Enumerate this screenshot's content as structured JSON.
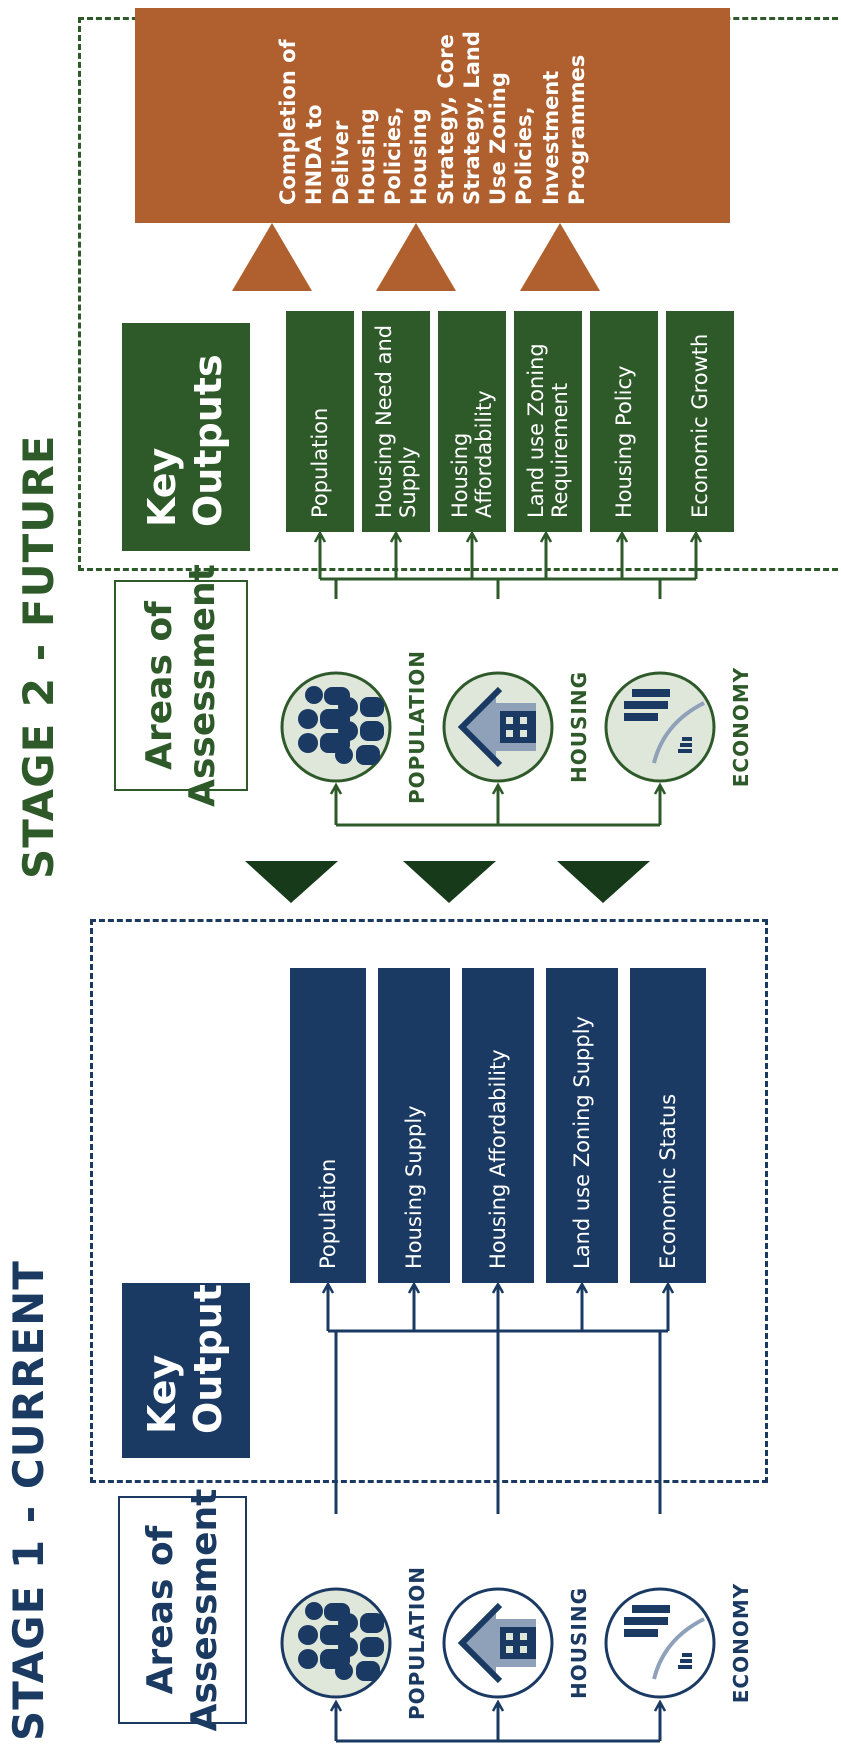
{
  "stage1": {
    "title": "STAGE 1 - CURRENT",
    "areas_title": "Areas of Assessment",
    "key_outputs_title": "Key Outputs",
    "areas": [
      "POPULATION",
      "HOUSING",
      "ECONOMY"
    ],
    "outputs": [
      "Population",
      "Housing Supply",
      "Housing Affordability",
      "Land use Zoning Supply",
      "Economic Status"
    ]
  },
  "stage2": {
    "title": "STAGE 2 - FUTURE",
    "areas_title": "Areas of Assessment",
    "key_outputs_title": "Key Outputs",
    "areas": [
      "POPULATION",
      "HOUSING",
      "ECONOMY"
    ],
    "outputs": [
      "Population",
      "Housing Need and Supply",
      "Housing Affordability",
      "Land use Zoning Requirement",
      "Housing Policy",
      "Economic Growth"
    ]
  },
  "final_output": "Completion of HNDA to Deliver Housing Policies, Housing Strategy, Core Strategy, Land Use Zoning Policies, Investment Programmes",
  "colors": {
    "blue": "#1a3a63",
    "green": "#2e5a2a",
    "orange": "#b05f2e",
    "circle_fill": "#dfe6da"
  },
  "icons": [
    "population-icon",
    "housing-icon",
    "economy-icon"
  ]
}
